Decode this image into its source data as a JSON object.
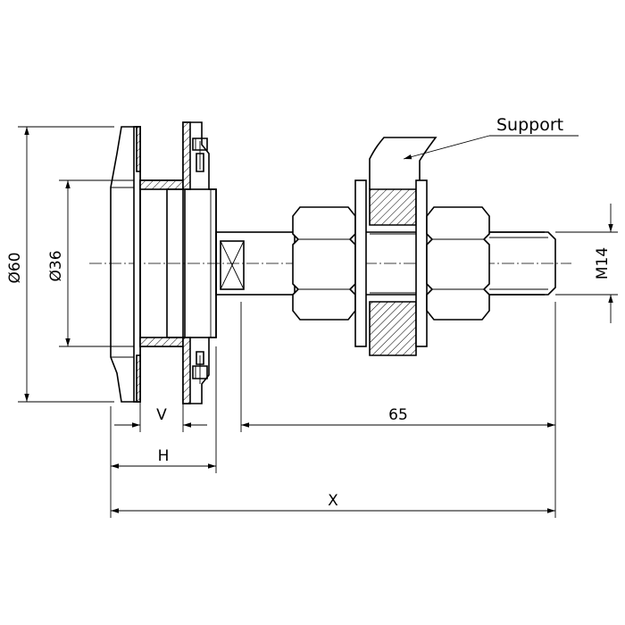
{
  "labels": {
    "support": "Support"
  },
  "dimensions": {
    "outer_diameter": "Ø60",
    "inner_diameter": "Ø36",
    "thread": "M14",
    "shaft_length": "65",
    "v": "V",
    "h": "H",
    "total": "X"
  }
}
